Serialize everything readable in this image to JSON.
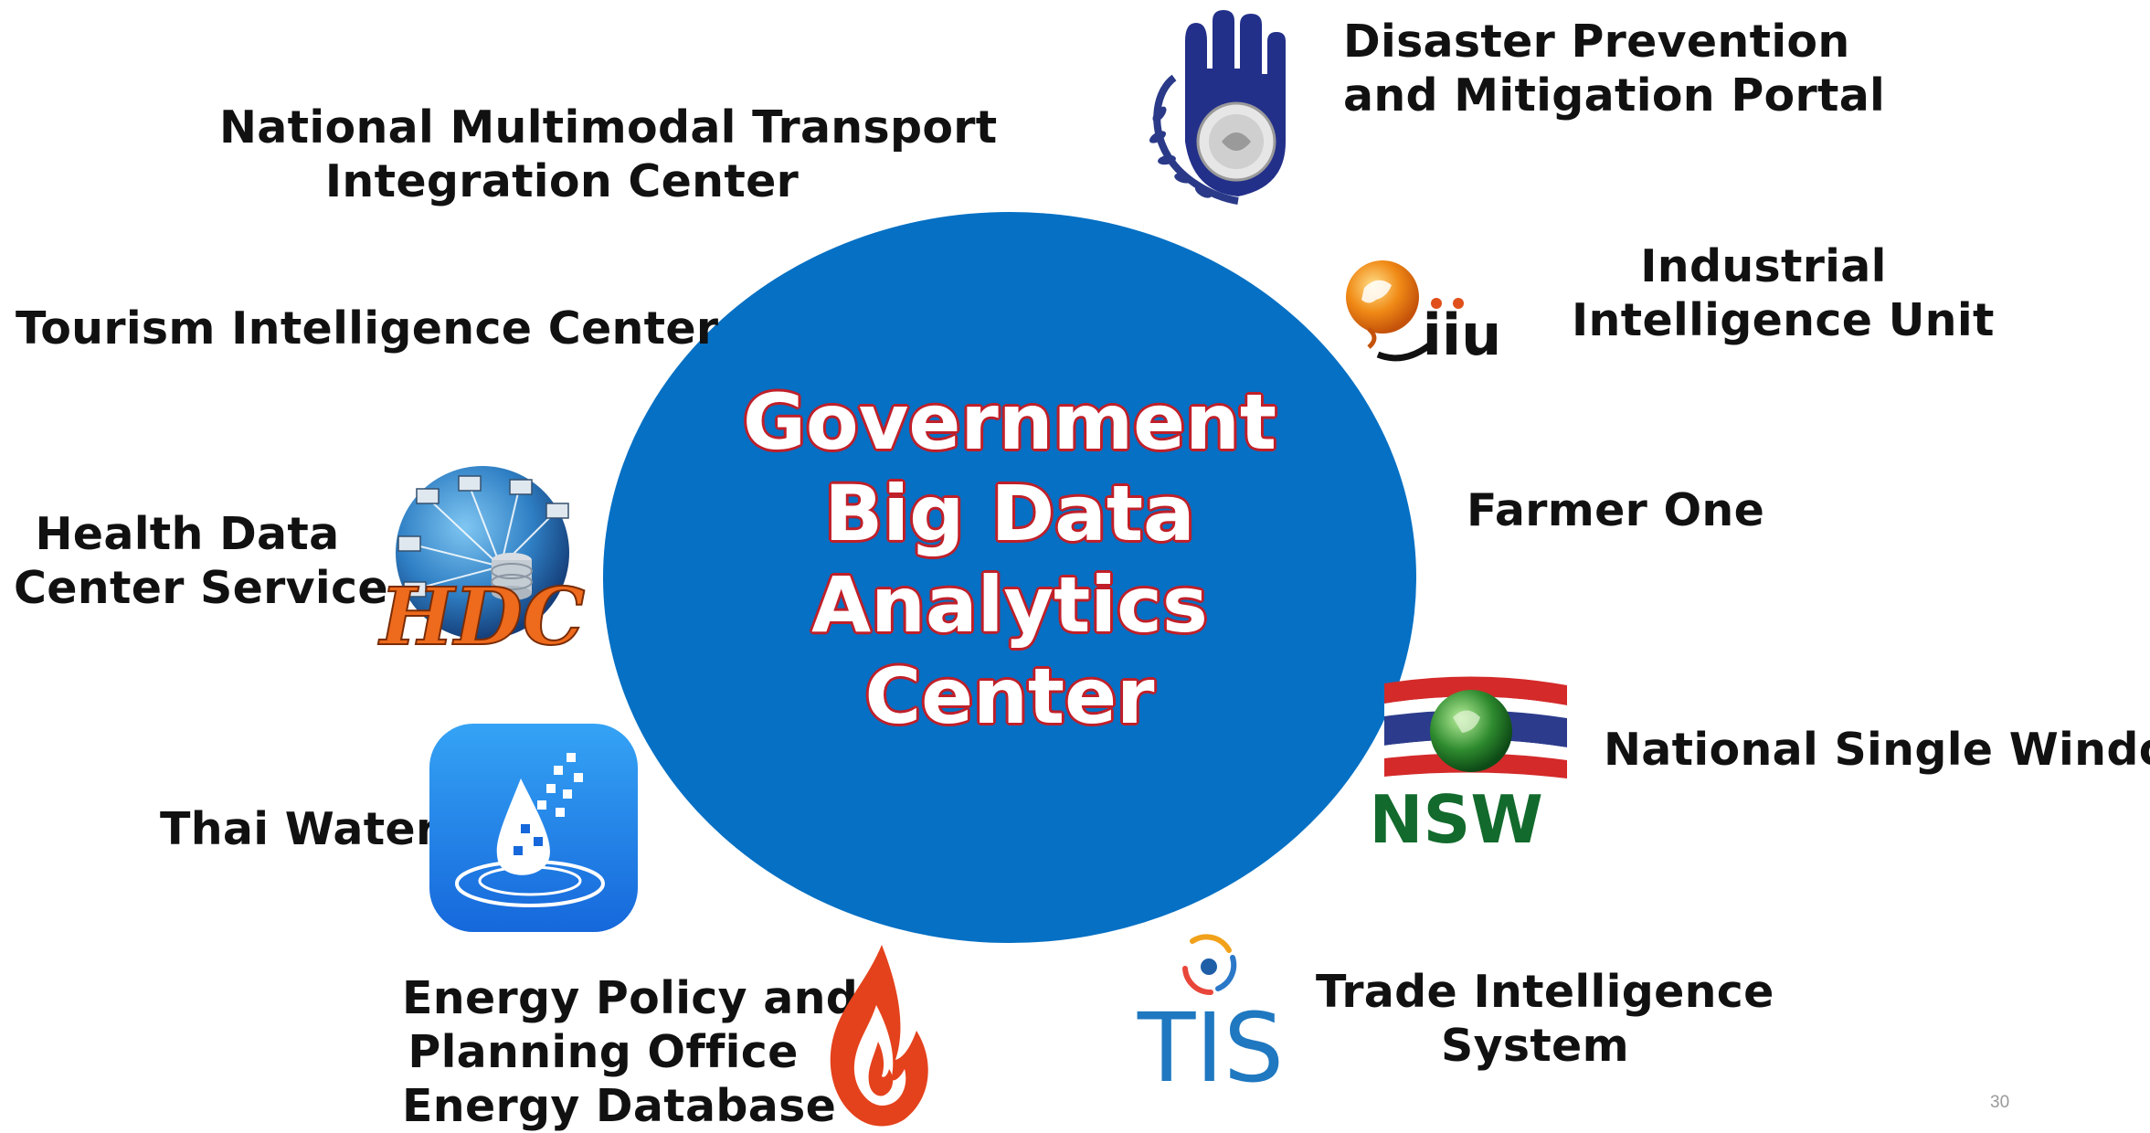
{
  "hub": {
    "title_lines": [
      "Government",
      "Big Data",
      "Analytics",
      "Center"
    ],
    "fill_color": "#0570c4",
    "outline_color": "#c0202a"
  },
  "nodes": {
    "transport": {
      "lines": [
        "National Multimodal Transport",
        "Integration Center"
      ]
    },
    "tourism": {
      "lines": [
        "Tourism Intelligence Center"
      ]
    },
    "health": {
      "lines": [
        "Health Data",
        "Center Service"
      ],
      "logo": "hdc-logo",
      "logo_text": "HDC"
    },
    "water": {
      "lines": [
        "Thai Water"
      ],
      "logo": "thai-water-app-icon"
    },
    "energy": {
      "lines": [
        "Energy Policy and",
        "Planning Office",
        "Energy Database"
      ],
      "logo": "flame-logo"
    },
    "disaster": {
      "lines": [
        "Disaster Prevention",
        "and Mitigation Portal"
      ],
      "logo": "hand-seal-logo"
    },
    "industrial": {
      "lines": [
        "Industrial",
        "Intelligence Unit"
      ],
      "logo": "iiu-logo",
      "logo_text": "iiu"
    },
    "farmer": {
      "lines": [
        "Farmer One"
      ]
    },
    "nsw": {
      "lines": [
        "National Single Window"
      ],
      "logo": "nsw-logo",
      "logo_text": "NSW"
    },
    "trade": {
      "lines": [
        "Trade Intelligence",
        "System"
      ],
      "logo": "tis-logo",
      "logo_text": "TIS"
    }
  },
  "footer": {
    "page_number": "30"
  }
}
